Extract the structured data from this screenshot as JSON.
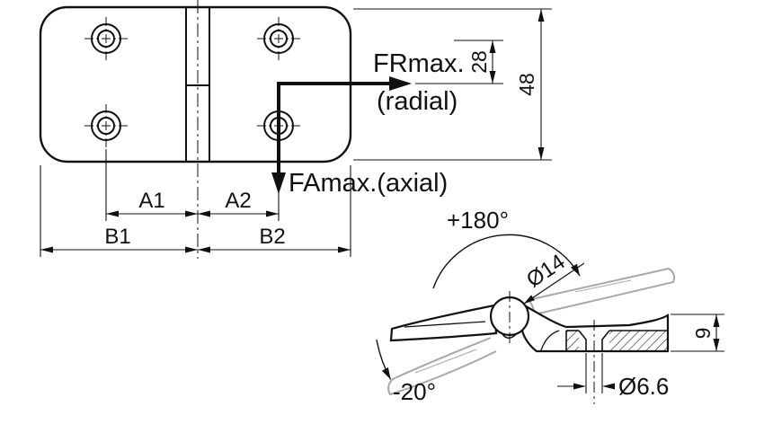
{
  "drawing_title": "hinge-technical-drawing",
  "colors": {
    "line": "#111111",
    "ghost": "#a8a8a8",
    "background": "#ffffff"
  },
  "force_labels": {
    "fr": "FRmax.",
    "fr_type": "(radial)",
    "fa": "FAmax.(axial)"
  },
  "plan_dimensions": {
    "hole_offset": "28",
    "overall_width": "48",
    "a1": "A1",
    "a2": "A2",
    "b1": "B1",
    "b2": "B2"
  },
  "side_annotations": {
    "open_angle": "+180°",
    "closed_angle": "-20°",
    "pin_dia": "Ø14",
    "hole_dia": "Ø6.6",
    "height": "9"
  }
}
